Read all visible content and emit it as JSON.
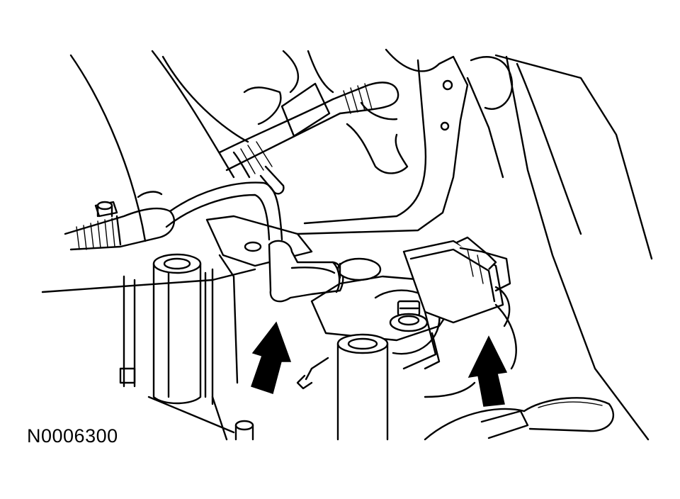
{
  "figure": {
    "id_label": "N0006300"
  },
  "colors": {
    "line": "#000000",
    "background": "#ffffff"
  },
  "callouts": [
    {
      "name": "callout-arrow-left",
      "icon": "up-arrow-icon"
    },
    {
      "name": "callout-arrow-right",
      "icon": "up-arrow-icon"
    }
  ]
}
